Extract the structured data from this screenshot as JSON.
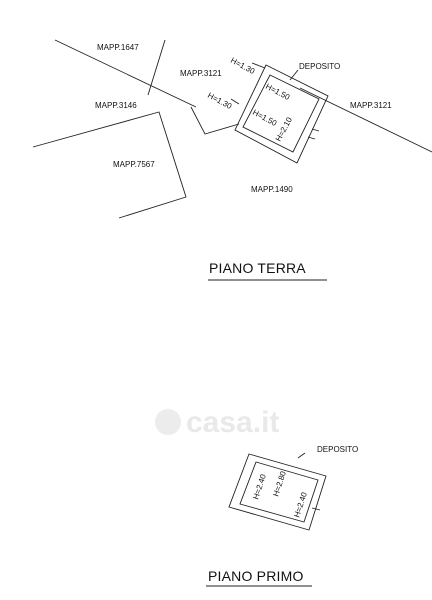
{
  "plan_top": {
    "parcels": {
      "p1647": "MAPP.1647",
      "p3121_left": "MAPP.3121",
      "p3146": "MAPP.3146",
      "p3121_right": "MAPP.3121",
      "p7567": "MAPP.7567",
      "p1490": "MAPP.1490"
    },
    "deposit_label": "DEPOSITO",
    "heights": {
      "h1": "H=1.30",
      "h2": "H=1.30",
      "h3": "H=1.50",
      "h4": "H=2.10",
      "h5": "H=1.50"
    },
    "title": "PIANO TERRA"
  },
  "plan_bottom": {
    "deposit_label": "DEPOSITO",
    "heights": {
      "h1": "H=2.40",
      "h2": "H=2.80",
      "h3": "H=2.40"
    },
    "title": "PIANO PRIMO"
  },
  "watermark": "casa.it"
}
